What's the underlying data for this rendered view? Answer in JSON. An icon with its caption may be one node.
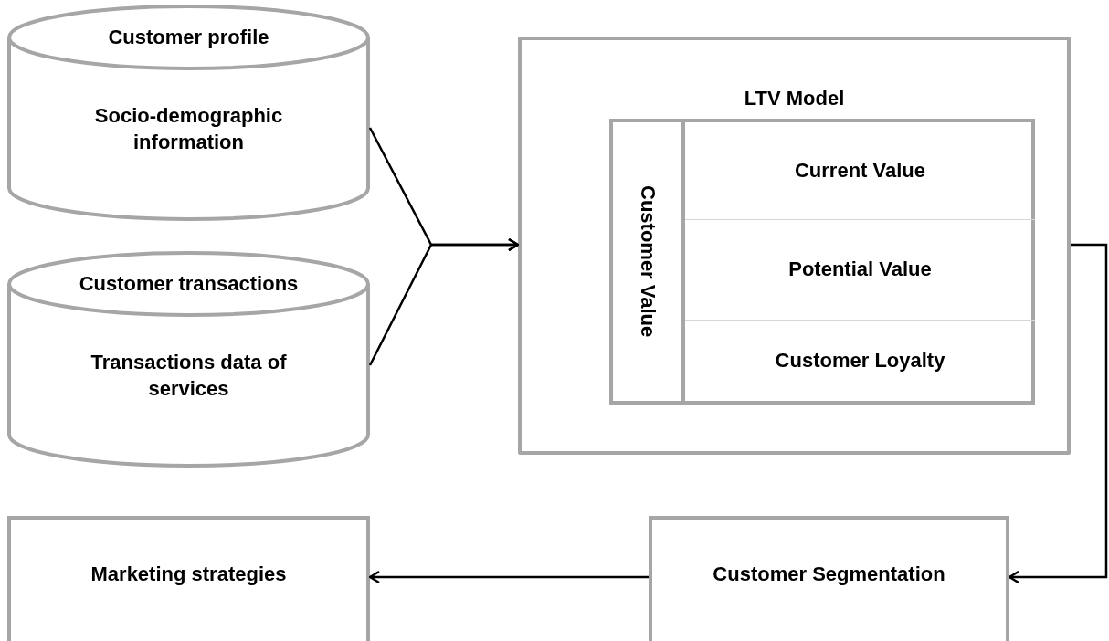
{
  "diagram": {
    "nodes": [
      {
        "text": [
          "Customer profile",
          "Socio-demographic information"
        ]
      },
      {
        "text": [
          "Customer transactions",
          "Transactions data of services"
        ]
      },
      {
        "text": [
          "LTV Model"
        ]
      },
      {
        "text": [
          "Customer Value"
        ],
        "in": 2
      },
      {
        "text": [
          "Current Value"
        ],
        "in": 3
      },
      {
        "text": [
          "Potential Value"
        ],
        "in": 3
      },
      {
        "text": [
          "Customer Loyalty"
        ],
        "in": 3
      },
      {
        "text": [
          "Marketing strategies"
        ]
      },
      {
        "text": [
          "Customer Segmentation"
        ]
      }
    ],
    "edges": [
      {
        "from": 0,
        "to": 2,
        "arrow": "to"
      },
      {
        "from": 1,
        "to": 2,
        "arrow": "to"
      },
      {
        "from": 2,
        "to": 8,
        "arrow": "to"
      },
      {
        "from": 8,
        "to": 7,
        "arrow": "to"
      }
    ]
  }
}
